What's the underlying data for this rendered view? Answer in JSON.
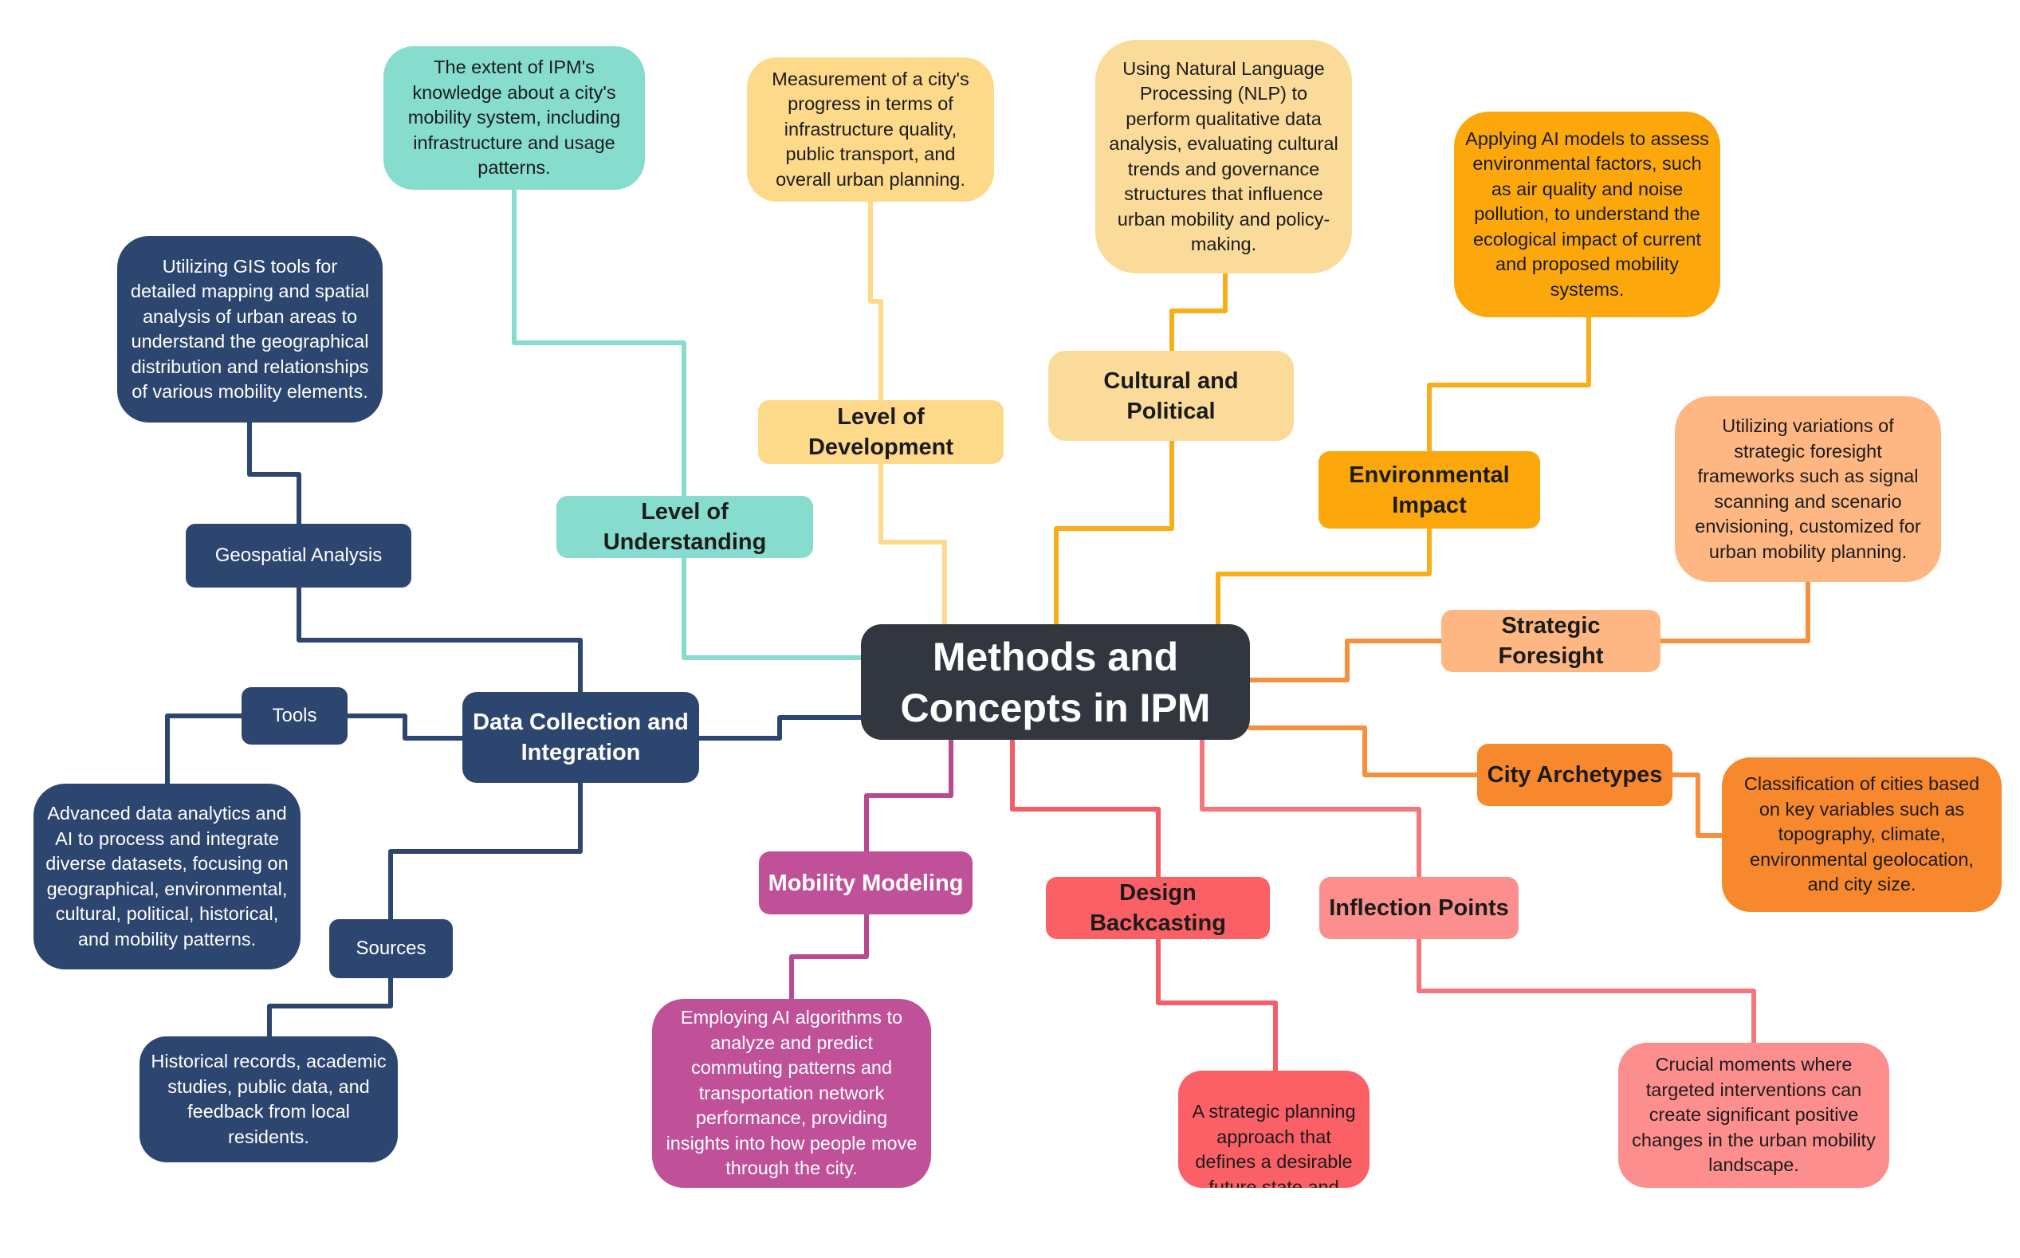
{
  "central": {
    "label_line1": "Methods and",
    "label_line2": "Concepts in IPM"
  },
  "branches": {
    "level_understanding": {
      "label_line1": "Level of",
      "label_line2": "Understanding",
      "description": "The extent of IPM's knowledge about a city's mobility system, including infrastructure and usage patterns."
    },
    "level_development": {
      "label_line1": "Level of",
      "label_line2": "Development",
      "description": "Measurement of a city's progress in terms of infrastructure quality, public transport, and overall urban planning."
    },
    "cultural_political": {
      "label": "Cultural and Political",
      "description": "Using Natural Language Processing (NLP) to perform qualitative data analysis, evaluating cultural trends and governance structures that influence urban mobility and policy-making."
    },
    "environmental_impact": {
      "label_line1": "Environmental",
      "label_line2": "Impact",
      "description": "Applying AI models to assess environmental factors, such as air quality and noise pollution, to understand the ecological impact of current and proposed mobility systems."
    },
    "strategic_foresight": {
      "label": "Strategic Foresight",
      "description": "Utilizing variations of strategic foresight frameworks such as signal scanning and scenario envisioning, customized for urban mobility planning."
    },
    "city_archetypes": {
      "label": "City Archetypes",
      "description": "Classification of cities based on key variables such as topography, climate, environmental geolocation, and city size."
    },
    "inflection_points": {
      "label": "Inflection Points",
      "description": "Crucial moments where targeted interventions can create significant positive changes in the urban mobility landscape."
    },
    "design_backcasting": {
      "label": "Design Backcasting",
      "description": "A strategic planning approach that defines a desirable future state and"
    },
    "mobility_modeling": {
      "label": "Mobility Modeling",
      "description": "Employing AI algorithms to analyze and predict commuting patterns and transportation network performance, providing insights into how people move through the city."
    },
    "data_collection": {
      "label_line1": "Data Collection and",
      "label_line2": "Integration",
      "geospatial": {
        "label": "Geospatial Analysis",
        "description": "Utilizing GIS tools for detailed mapping and spatial analysis of urban areas to understand the geographical distribution and relationships of various mobility elements."
      },
      "tools": {
        "label": "Tools",
        "description": "Advanced data analytics and AI to process and integrate diverse datasets, focusing on geographical, environmental, cultural, political, historical, and mobility patterns."
      },
      "sources": {
        "label": "Sources",
        "description": "Historical records, academic studies, public data, and feedback from local residents."
      }
    }
  },
  "colors": {
    "central": "#32363f",
    "navy": "#2d4670",
    "teal": "#86dccd",
    "light_yellow": "#fdd98a",
    "yellow": "#fbdb99",
    "amber": "#fca80c",
    "peach": "#feb782",
    "orange": "#f8882e",
    "pink_light": "#fc8f8e",
    "red": "#fa6065",
    "magenta": "#c05098"
  }
}
